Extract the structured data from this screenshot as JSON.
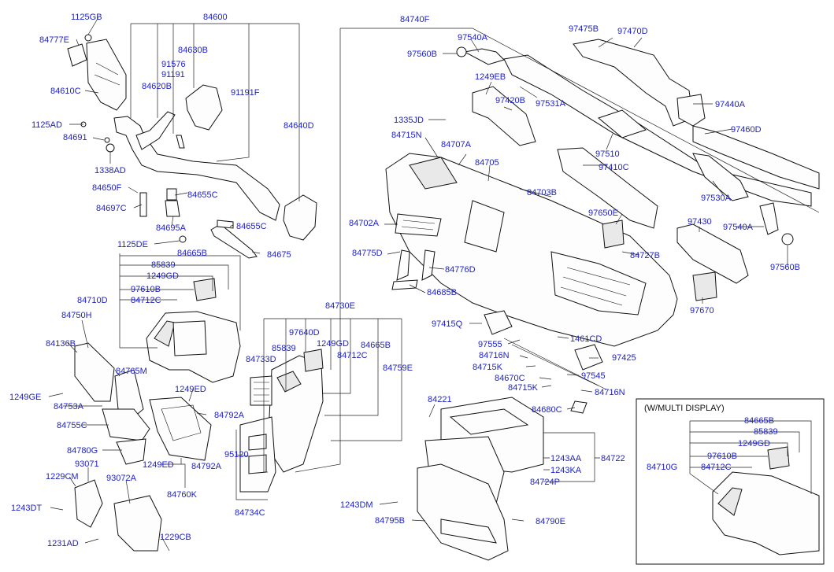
{
  "inset": {
    "title": "(W/MULTI DISPLAY)"
  },
  "labels": {
    "p1125GB": "1125GB",
    "p84600": "84600",
    "p84777E": "84777E",
    "p84630B": "84630B",
    "p91576": "91576",
    "p91191": "91191",
    "p84620B": "84620B",
    "p84610C": "84610C",
    "p91191F": "91191F",
    "p84640D": "84640D",
    "p1125AD": "1125AD",
    "p84691": "84691",
    "p1338AD": "1338AD",
    "p84650F": "84650F",
    "p84655C_a": "84655C",
    "p84697C": "84697C",
    "p84695A": "84695A",
    "p84655C_b": "84655C",
    "p1125DE": "1125DE",
    "p84675": "84675",
    "p84665B_a": "84665B",
    "p85839_a": "85839",
    "p1249GD_a": "1249GD",
    "p97610B_a": "97610B",
    "p84710D": "84710D",
    "p84712C_a": "84712C",
    "p84750H": "84750H",
    "p84136B": "84136B",
    "p84765M": "84765M",
    "p1249GE": "1249GE",
    "p84753A": "84753A",
    "p1249ED_a": "1249ED",
    "p84792A_a": "84792A",
    "p84755C": "84755C",
    "p84780G": "84780G",
    "p93071": "93071",
    "p1249ED_b": "1249ED",
    "p84792A_b": "84792A",
    "p1229CM": "1229CM",
    "p93072A": "93072A",
    "p84760K": "84760K",
    "p1243DT": "1243DT",
    "p1231AD": "1231AD",
    "p1229CB": "1229CB",
    "p84730E": "84730E",
    "p97640D": "97640D",
    "p85839_b": "85839",
    "p1249GD_b": "1249GD",
    "p84665B_b": "84665B",
    "p84733D": "84733D",
    "p84712C_b": "84712C",
    "p84759E": "84759E",
    "p95120": "95120",
    "p84734C": "84734C",
    "p84740F": "84740F",
    "p97540A_a": "97540A",
    "p97560B_a": "97560B",
    "p1249EB": "1249EB",
    "p97420B": "97420B",
    "p97531A": "97531A",
    "p1335JD": "1335JD",
    "p84715N": "84715N",
    "p84707A": "84707A",
    "p84705": "84705",
    "p84703B": "84703B",
    "p84702A": "84702A",
    "p84775D": "84775D",
    "p84776D": "84776D",
    "p84685B": "84685B",
    "p97475B": "97475B",
    "p97470D": "97470D",
    "p97440A": "97440A",
    "p97460D": "97460D",
    "p97510": "97510",
    "p97410C": "97410C",
    "p97530A": "97530A",
    "p97650E": "97650E",
    "p97540A_b": "97540A",
    "p97430": "97430",
    "p97560B_b": "97560B",
    "p84727B": "84727B",
    "p97670": "97670",
    "p97415Q": "97415Q",
    "p1461CD": "1461CD",
    "p97555": "97555",
    "p97425": "97425",
    "p84716N_a": "84716N",
    "p84715K_a": "84715K",
    "p97545": "97545",
    "p84670C": "84670C",
    "p84715K_b": "84715K",
    "p84716N_b": "84716N",
    "p84680C": "84680C",
    "p84221": "84221",
    "p1243AA": "1243AA",
    "p84722": "84722",
    "p1243KA": "1243KA",
    "p84724P": "84724P",
    "p1243DM": "1243DM",
    "p84795B": "84795B",
    "p84790E": "84790E",
    "p84665B_c": "84665B",
    "p85839_c": "85839",
    "p1249GD_c": "1249GD",
    "p97610B_c": "97610B",
    "p84710G": "84710G",
    "p84712C_c": "84712C"
  }
}
